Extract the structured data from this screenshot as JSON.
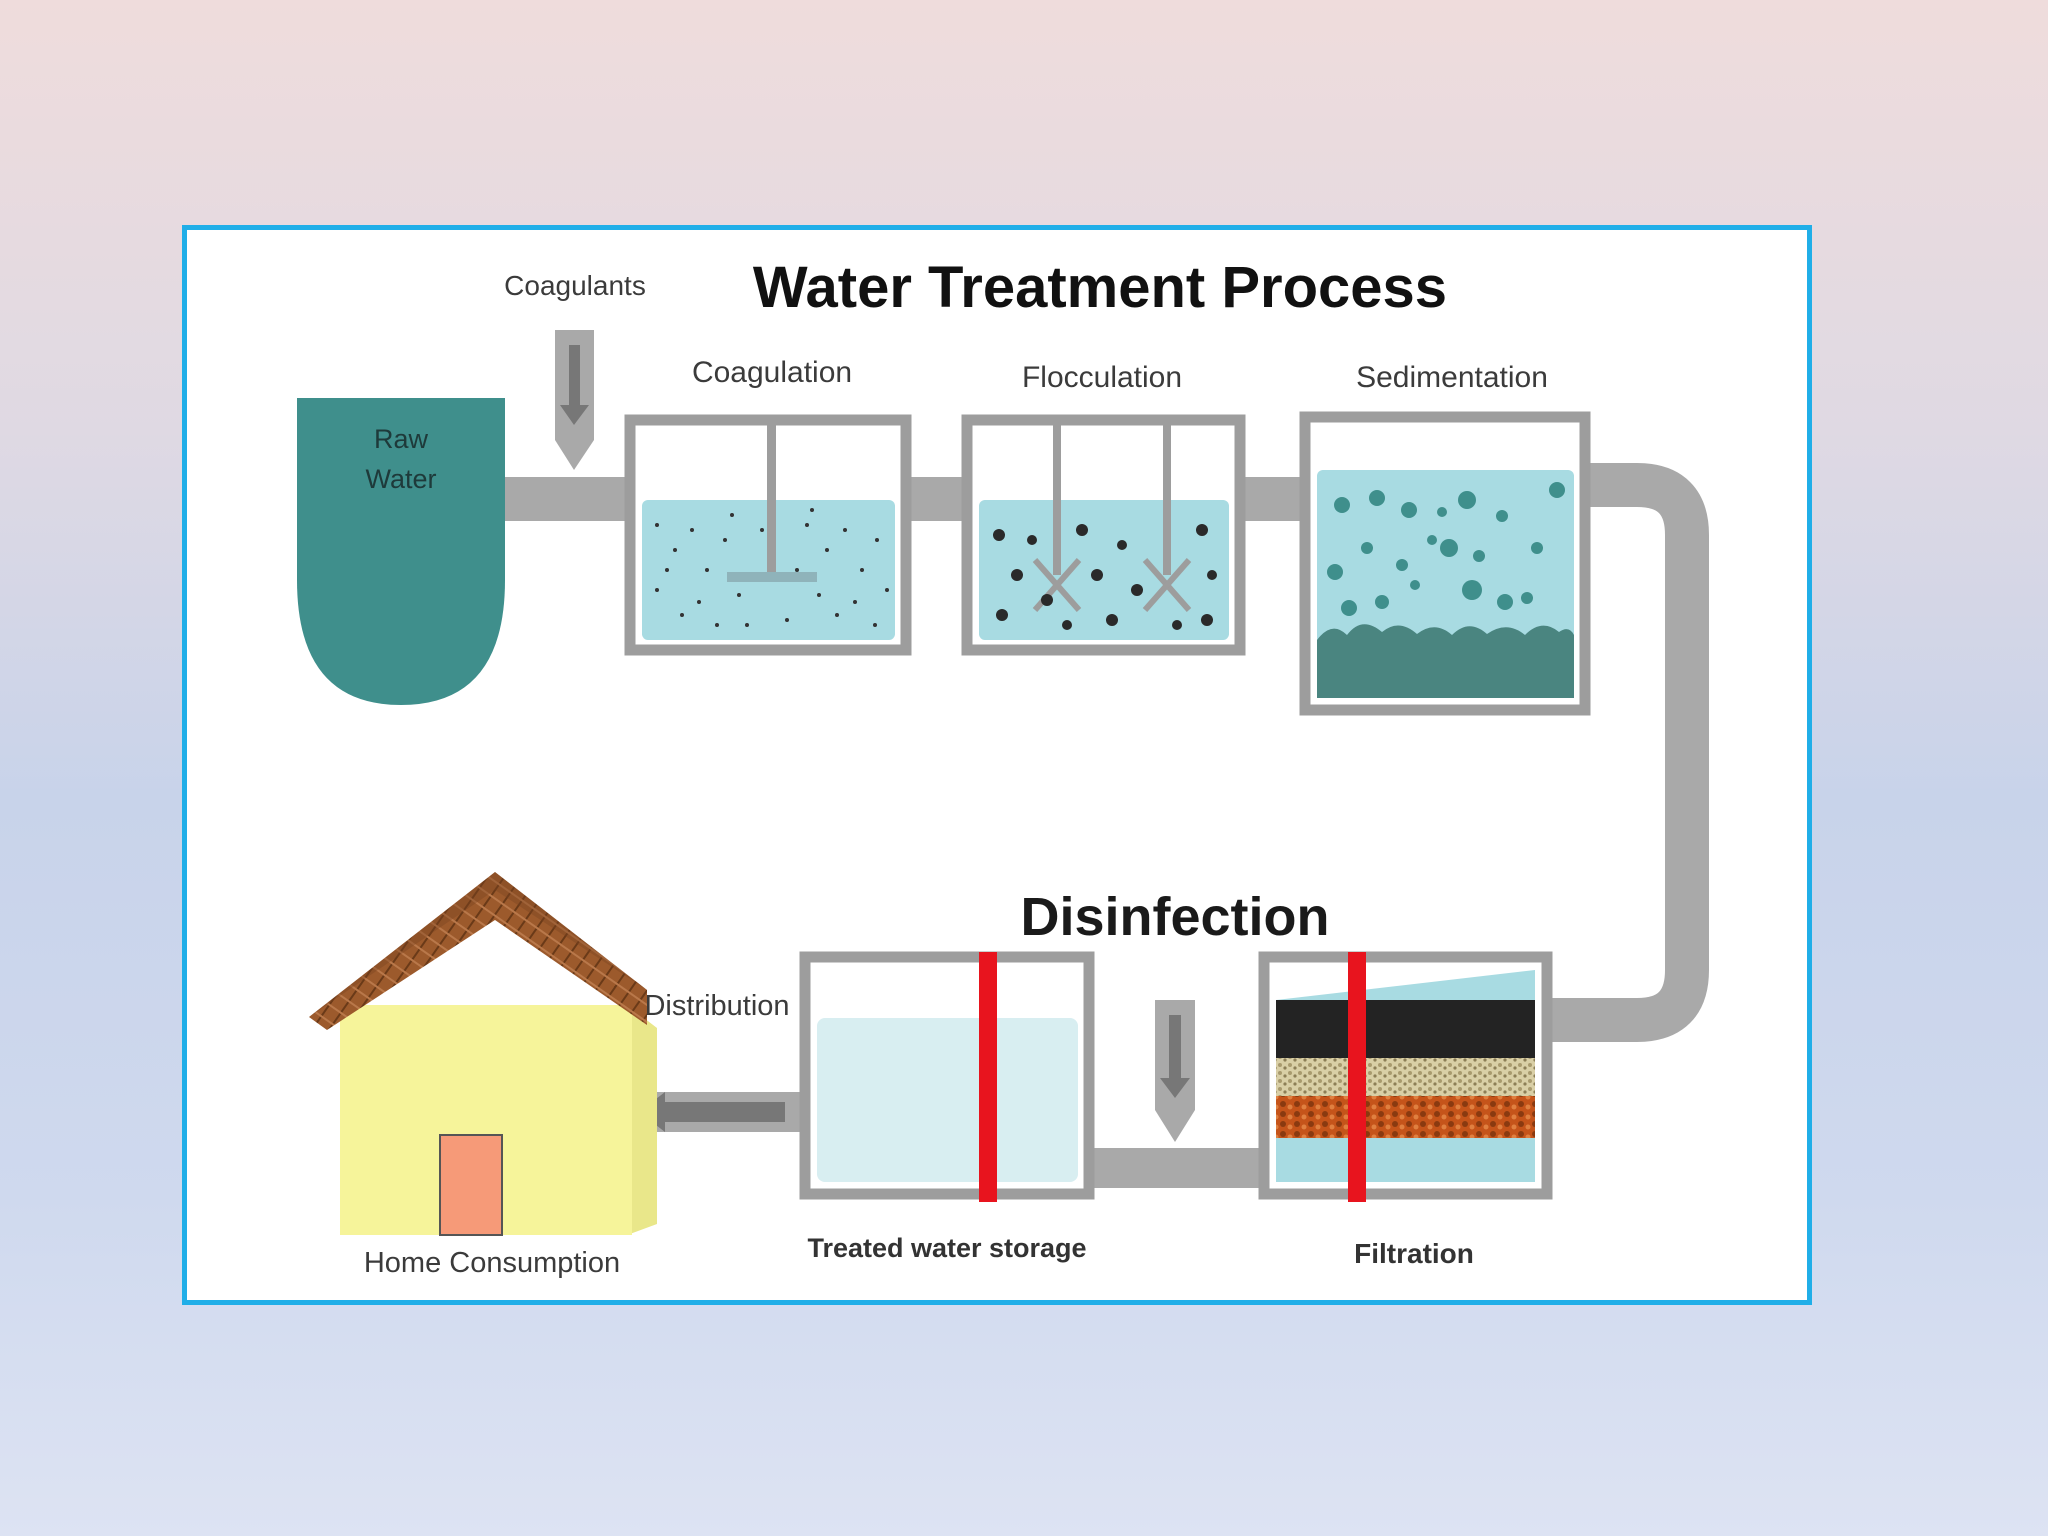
{
  "title": "Water Treatment Process",
  "labels": {
    "coagulants": "Coagulants",
    "raw_water_line1": "Raw",
    "raw_water_line2": "Water",
    "coagulation": "Coagulation",
    "flocculation": "Flocculation",
    "sedimentation": "Sedimentation",
    "disinfection": "Disinfection",
    "distribution": "Distribution",
    "home_consumption": "Home Consumption",
    "treated_water_storage": "Treated water storage",
    "filtration": "Filtration"
  },
  "colors": {
    "frame_border": "#20aee8",
    "pipe": "#a9a9a9",
    "tank_frame": "#9d9d9d",
    "water": "#a8dbe2",
    "raw_water": "#3f8f8c",
    "sludge": "#4a8580",
    "disinfection_line": "#e8141e",
    "house_wall": "#f6f49a",
    "house_roof": "#9c5a2c",
    "house_door": "#f69a78"
  }
}
